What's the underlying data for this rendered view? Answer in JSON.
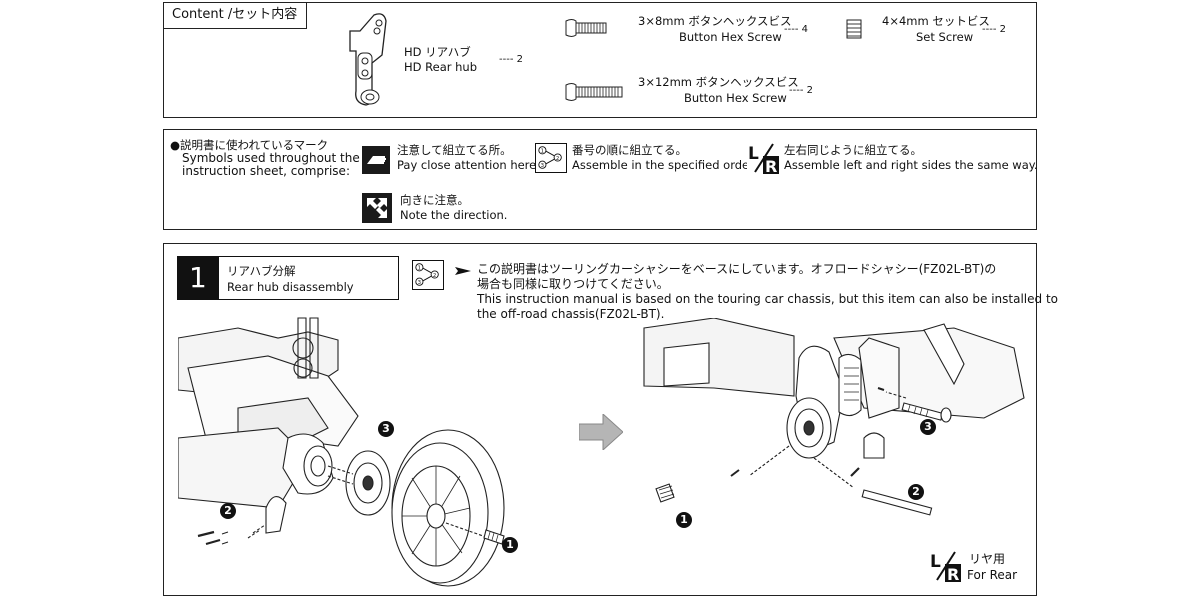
{
  "content": {
    "title": "Content /セット内容",
    "hd_hub_jp": "HD リアハブ",
    "hd_hub_en": "HD Rear hub",
    "hd_hub_qty": "---- 2",
    "screw8_jp": "3×8mm ボタンヘックスビス",
    "screw8_en": "Button Hex Screw",
    "screw8_qty": "---- 4",
    "screw12_jp": "3×12mm ボタンヘックスビス",
    "screw12_en": "Button Hex Screw",
    "screw12_qty": "---- 2",
    "setscrew_jp": "4×4mm セットビス",
    "setscrew_en": "Set Screw",
    "setscrew_qty": "---- 2"
  },
  "symbols": {
    "intro_jp": "●説明書に使われているマーク",
    "intro_en1": "Symbols used throughout the",
    "intro_en2": "instruction sheet, comprise:",
    "attention_jp": "注意して組立てる所。",
    "attention_en": "Pay close attention here!",
    "order_jp": "番号の順に組立てる。",
    "order_en": "Assemble in the specified order.",
    "lr_jp": "左右同じように組立てる。",
    "lr_en": "Assemble left and right sides the same way.",
    "direction_jp": "向きに注意。",
    "direction_en": "Note the direction."
  },
  "step": {
    "number": "1",
    "title_jp": "リアハブ分解",
    "title_en": "Rear hub disassembly",
    "note_jp1": "この説明書はツーリングカーシャシーをベースにしています。オフロードシャシー(FZ02L-BT)の",
    "note_jp2": "場合も同様に取りつけてください。",
    "note_en1": "This instruction manual is based on the touring car chassis, but this item can also be installed to",
    "note_en2": "the off-road chassis(FZ02L-BT).",
    "rear_jp": "リヤ用",
    "rear_en": "For Rear",
    "badges": [
      "1",
      "2",
      "3"
    ]
  },
  "colors": {
    "ink": "#111111",
    "gray": "#bdbdbd",
    "arrow": "#b5b5b5"
  }
}
